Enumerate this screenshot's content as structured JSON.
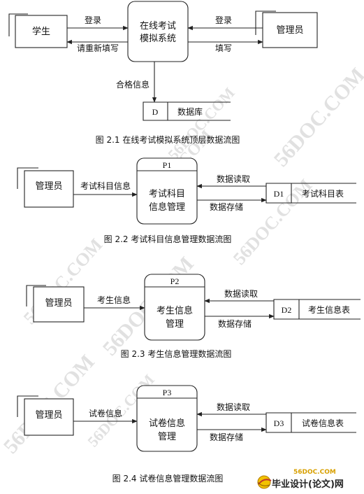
{
  "watermarks": [
    "56DOC.COM",
    "56DOC.COM",
    "56DOC.COM",
    "56DOC.COM",
    "56DOC.COM",
    "56DOC.COM",
    "56DOC.COM",
    "56DOC.COM"
  ],
  "d1": {
    "external_left": "学生",
    "center": [
      "在线考试",
      "模拟系统"
    ],
    "external_right": "管理员",
    "label_left_in": "登录",
    "label_left_out": "请重新填写",
    "label_right_in": "登录",
    "label_right_out": "填写",
    "label_down": "合格信息",
    "store_id": "D",
    "store_name": "数据库",
    "caption": "图 2.1  在线考试模拟系统顶层数据流图"
  },
  "d2": {
    "external": "管理员",
    "flow_in": "考试科目信息",
    "proc_id": "P1",
    "proc_name": [
      "考试科目",
      "信息管理"
    ],
    "read": "数据读取",
    "write": "数据存储",
    "store_id": "D1",
    "store_name": "考试科目表",
    "caption": "图 2.2  考试科目信息管理数据流图"
  },
  "d3": {
    "external": "管理员",
    "flow_in": "考生信息",
    "proc_id": "P2",
    "proc_name": [
      "考生信息",
      "管理"
    ],
    "read": "数据读取",
    "write": "数据存储",
    "store_id": "D2",
    "store_name": "考生信息表",
    "caption": "图 2.3  考生信息管理数据流图"
  },
  "d4": {
    "external": "管理员",
    "flow_in": "试卷信息",
    "proc_id": "P3",
    "proc_name": [
      "试卷信息",
      "管理"
    ],
    "read": "数据读取",
    "write": "数据存储",
    "store_id": "D3",
    "store_name": "试卷信息表",
    "caption": "图 2.4  试卷信息管理数据流图"
  },
  "logo": {
    "url_text": "56DOC.COM",
    "title": "毕业设计(论文)网"
  }
}
